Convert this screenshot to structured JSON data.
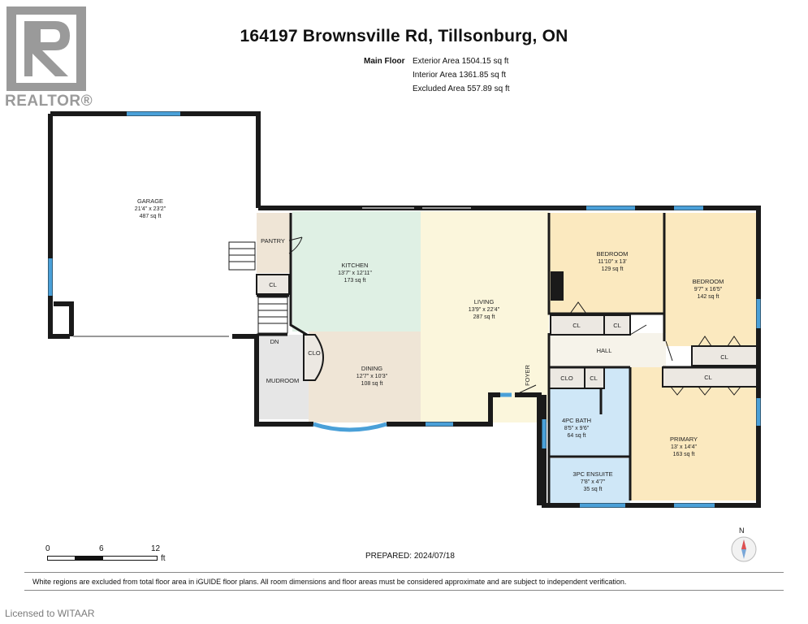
{
  "brand": {
    "logo_text": "REALTOR®"
  },
  "header": {
    "title": "164197 Brownsville Rd, Tillsonburg, ON"
  },
  "floor_info": {
    "floor_label": "Main Floor",
    "exterior_area": "Exterior Area 1504.15 sq ft",
    "interior_area": "Interior Area 1361.85 sq ft",
    "excluded_area": "Excluded Area 557.89 sq ft"
  },
  "rooms": {
    "garage": {
      "name": "GARAGE",
      "dims": "21'4\" x 23'2\"",
      "area": "487 sq ft"
    },
    "kitchen": {
      "name": "KITCHEN",
      "dims": "13'7\" x 12'11\"",
      "area": "173 sq ft"
    },
    "living": {
      "name": "LIVING",
      "dims": "13'9\" x 22'4\"",
      "area": "287 sq ft"
    },
    "dining": {
      "name": "DINING",
      "dims": "12'7\" x 10'3\"",
      "area": "108 sq ft"
    },
    "bedroom1": {
      "name": "BEDROOM",
      "dims": "11'10\" x 13'",
      "area": "129 sq ft"
    },
    "bedroom2": {
      "name": "BEDROOM",
      "dims": "9'7\" x 16'5\"",
      "area": "142 sq ft"
    },
    "primary": {
      "name": "PRIMARY",
      "dims": "13' x 14'4\"",
      "area": "163 sq ft"
    },
    "bath4pc": {
      "name": "4PC BATH",
      "dims": "8'5\" x 9'6\"",
      "area": "64 sq ft"
    },
    "ensuite3pc": {
      "name": "3PC ENSUITE",
      "dims": "7'8\" x 4'7\"",
      "area": "35 sq ft"
    }
  },
  "labels": {
    "pantry": "PANTRY",
    "cl": "CL",
    "clo": "CLO",
    "dn": "DN",
    "mudroom": "MUDROOM",
    "hall": "HALL",
    "foyer": "FOYER"
  },
  "scale": {
    "ticks": [
      "0",
      "6",
      "12"
    ],
    "unit": "ft"
  },
  "compass": {
    "label": "N"
  },
  "prepared": "PREPARED: 2024/07/18",
  "footer_note": "White regions are excluded from total floor area in iGUIDE floor plans. All room dimensions and floor areas must be considered approximate and are subject to independent verification.",
  "license": "Licensed to WITAAR",
  "colors": {
    "kitchen": "#dff0e4",
    "living": "#fbf6dc",
    "dining": "#efe5d6",
    "bedroom": "#fbe9bf",
    "bath": "#cfe7f7",
    "closet": "#ece8e2",
    "wall": "#1a1a1a",
    "window": "#4aa0d8"
  }
}
